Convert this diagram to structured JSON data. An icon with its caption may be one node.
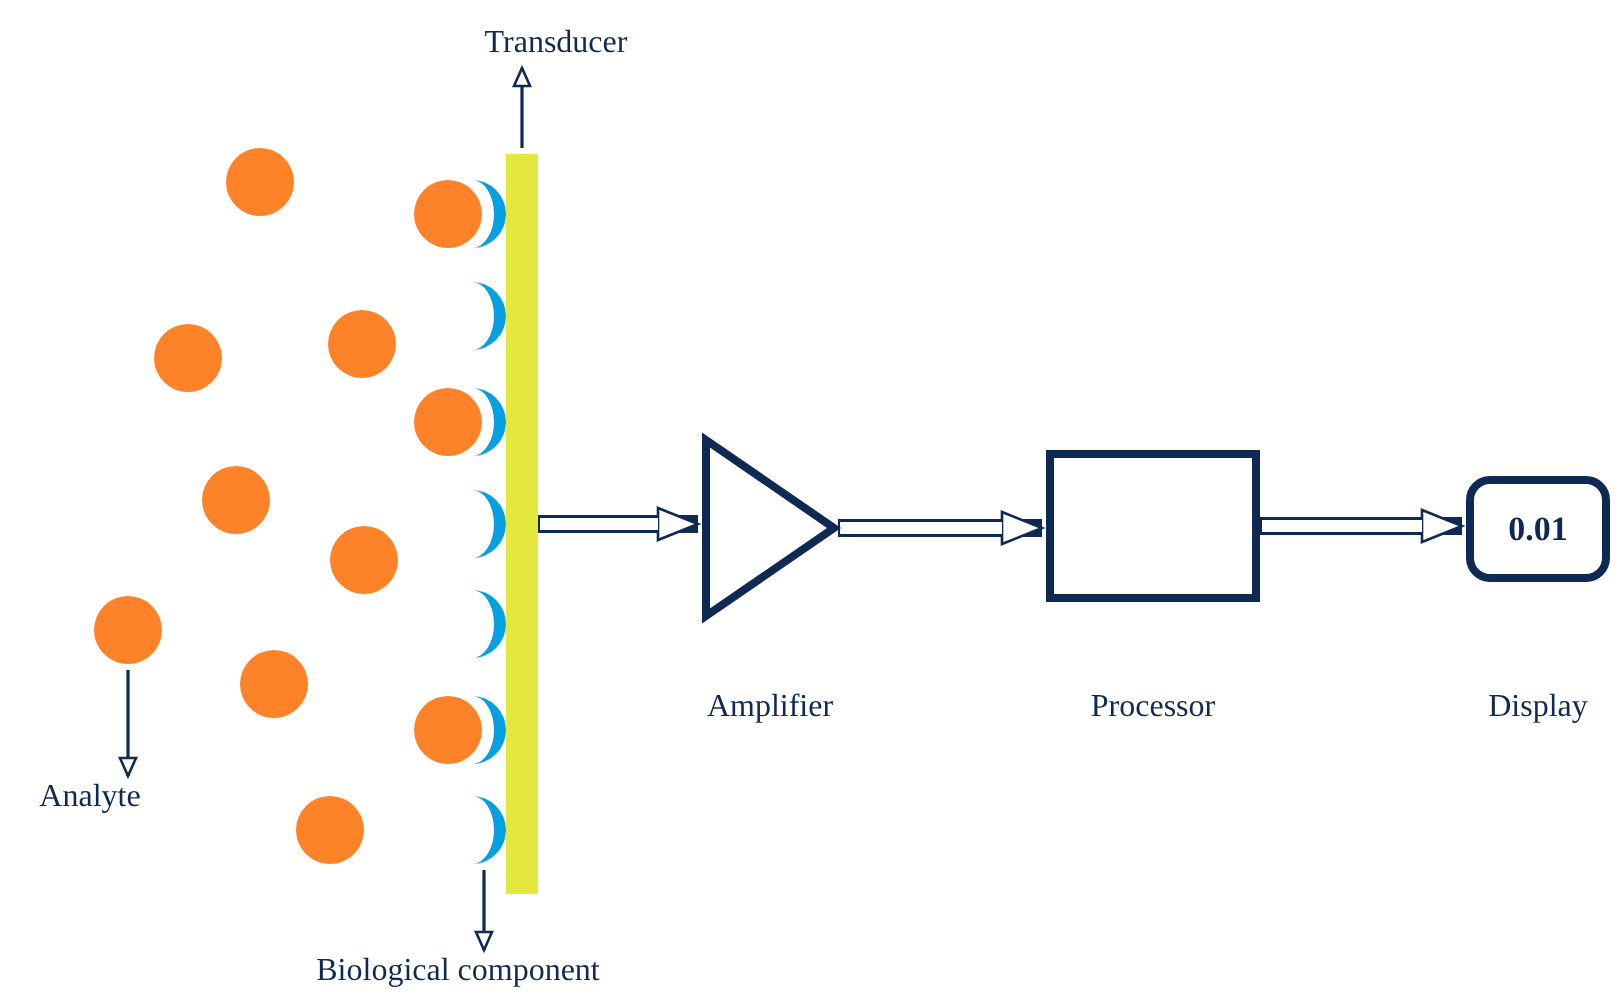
{
  "diagram": {
    "nodes": [
      {
        "text": [
          "Transducer"
        ]
      },
      {
        "text": [],
        "shape": "bar"
      },
      {
        "text": [
          "Analyte"
        ]
      },
      {
        "text": [],
        "shape": "circle"
      },
      {
        "text": [
          "Biological component"
        ]
      },
      {
        "text": [],
        "shape": "crescent"
      },
      {
        "text": [],
        "shape": "triangle",
        "beside": [
          "Amplifier"
        ]
      },
      {
        "text": [],
        "shape": "box",
        "beside": [
          "Processor"
        ]
      },
      {
        "text": [
          "0.01"
        ],
        "beside": [
          "Display"
        ]
      }
    ],
    "edges": [
      {
        "from": 1,
        "to": 0,
        "arrow": "to"
      },
      {
        "from": 3,
        "to": 2,
        "arrow": "to"
      },
      {
        "from": 5,
        "to": 4,
        "arrow": "to"
      },
      {
        "from": 1,
        "to": 6,
        "arrow": "to",
        "style": "thick"
      },
      {
        "from": 6,
        "to": 7,
        "arrow": "to",
        "style": "thick"
      },
      {
        "from": 7,
        "to": 8,
        "arrow": "to",
        "style": "thick"
      }
    ]
  }
}
